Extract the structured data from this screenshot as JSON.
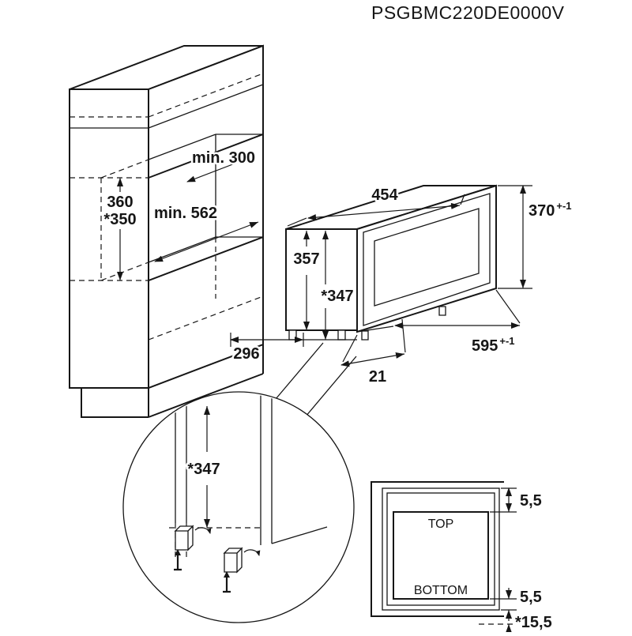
{
  "title": "PSGBMC220DE0000V",
  "cabinet_dims": {
    "niche_height": "360",
    "niche_height_adjusted": "*350",
    "niche_depth_min": "min. 300",
    "niche_width_min": "min. 562"
  },
  "oven_dims": {
    "body_width": "454",
    "body_height": "357",
    "body_height_adjusted": "*347",
    "front_height": "370",
    "front_height_tolerance": "+-1",
    "front_width": "595",
    "front_width_tolerance": "+-1",
    "depth": "296",
    "door_protrusion": "21"
  },
  "detail_view": {
    "height_adjusted": "*347"
  },
  "front_view": {
    "top_label": "TOP",
    "bottom_label": "BOTTOM",
    "top_gap": "5,5",
    "bottom_gap": "5,5",
    "bottom_gap_adjusted": "*15,5"
  }
}
